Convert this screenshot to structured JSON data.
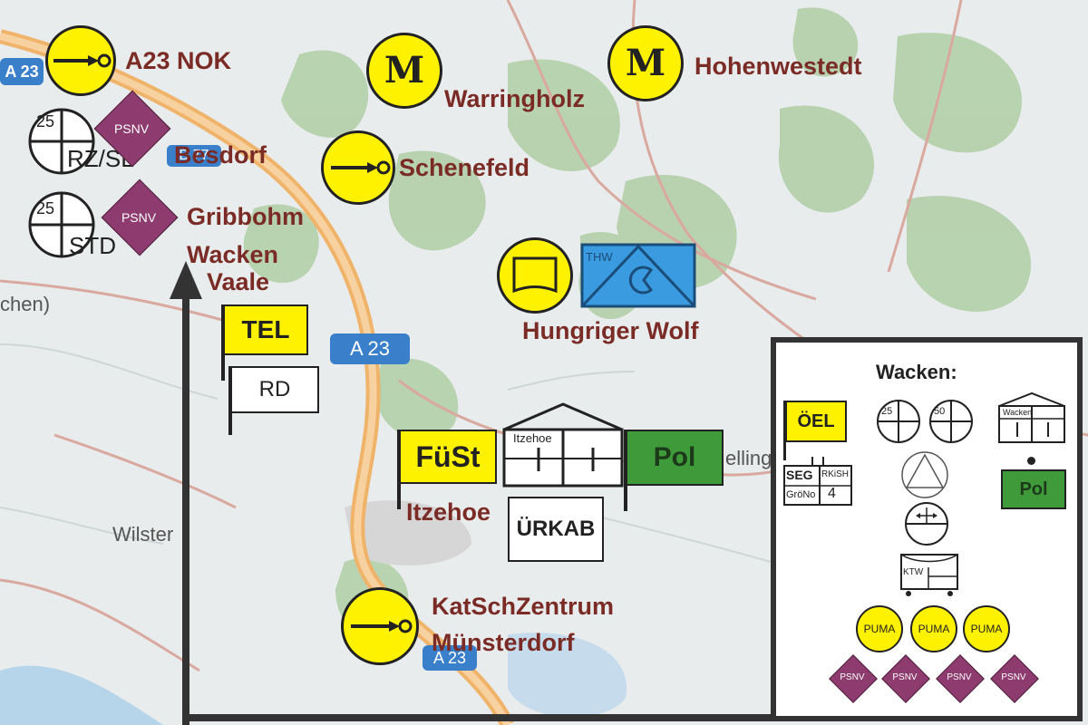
{
  "map": {
    "base_labels": {
      "wilster": "Wilster",
      "then": "chen)",
      "elling": "elling"
    },
    "highway_badges": {
      "a23_top_left": "A 23",
      "a23_mid": "A 23",
      "a23_bottom": "A 23",
      "b_road": "B 77"
    }
  },
  "places": {
    "a23_nok": "A23 NOK",
    "warringholz": "Warringholz",
    "hohenwestedt": "Hohenwestedt",
    "besdorf": "Besdorf",
    "schenefeld": "Schenefeld",
    "gribbohm": "Gribbohm",
    "wacken_line1": "Wacken",
    "wacken_line2": "Vaale",
    "hungriger_wolf": "Hungriger Wolf",
    "itzehoe": "Itzehoe",
    "katsch_line1": "KatSchZentrum",
    "katsch_line2": "Münsterdorf"
  },
  "symbols": {
    "m_label": "M",
    "psnv": "PSNV",
    "ring_25": "25",
    "rz_sl": "RZ/SL",
    "std": "STD",
    "thw": "THW",
    "tel": "TEL",
    "rd": "RD",
    "fust": "FüSt",
    "itzehoe_small": "Itzehoe",
    "pol": "Pol",
    "uerkab": "ÜRKAB"
  },
  "legend": {
    "title": "Wacken:",
    "oel": "ÖEL",
    "seg": "SEG",
    "rkish": "RKiSH",
    "groeno": "GröNo",
    "seg_count": "4",
    "ring_25": "25",
    "ring_50": "50",
    "wacken_small": "Wacken",
    "pol": "Pol",
    "ktw": "KTW",
    "puma": [
      "PUMA",
      "PUMA",
      "PUMA"
    ],
    "psnv": [
      "PSNV",
      "PSNV",
      "PSNV",
      "PSNV"
    ]
  },
  "colors": {
    "yellow": "#fff200",
    "place_text": "#7b2b25",
    "psnv": "#8e3b6f",
    "thw_blue": "#3a9be0",
    "police_green": "#3f9a3a",
    "road_orange": "#f0b36a",
    "forest_green": "#a9c9a0"
  }
}
